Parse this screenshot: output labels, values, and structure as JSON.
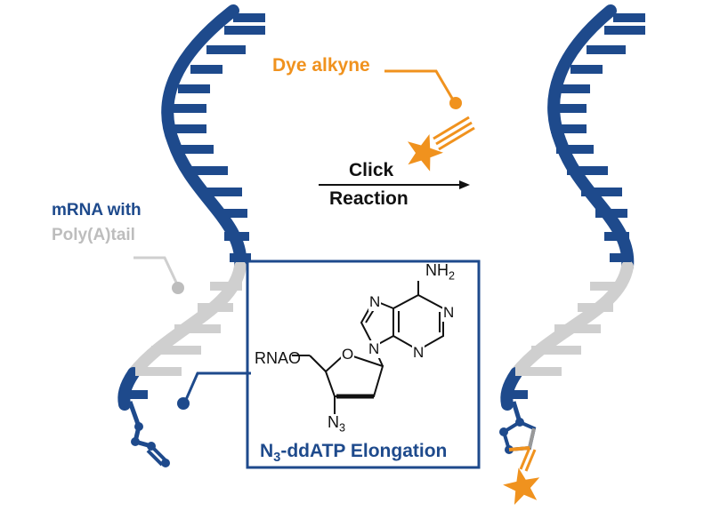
{
  "labels": {
    "dye_alkyne": "Dye alkyne",
    "mrna_with": "mRNA with",
    "poly_a_tail": "Poly(A)tail",
    "click": "Click",
    "reaction": "Reaction",
    "elongation_prefix": "N",
    "elongation_sub": "3",
    "elongation_suffix": "-ddATP Elongation"
  },
  "molecule": {
    "nh2_main": "NH",
    "nh2_sub": "2",
    "rnao": "RNAO",
    "n3_main": "N",
    "n3_sub": "3",
    "ring_atom_n": "N",
    "ring_atom_o": "O"
  },
  "colors": {
    "navy": "#1e4a8c",
    "orange": "#f0921e",
    "gray": "#cfcfcf",
    "gray_text": "#bdbdbd",
    "black": "#111111"
  },
  "icons": [
    "dye-star-icon",
    "alkyne-triple-bond-icon",
    "reaction-arrow-icon",
    "azide-chain-icon",
    "triazole-ring-icon"
  ]
}
